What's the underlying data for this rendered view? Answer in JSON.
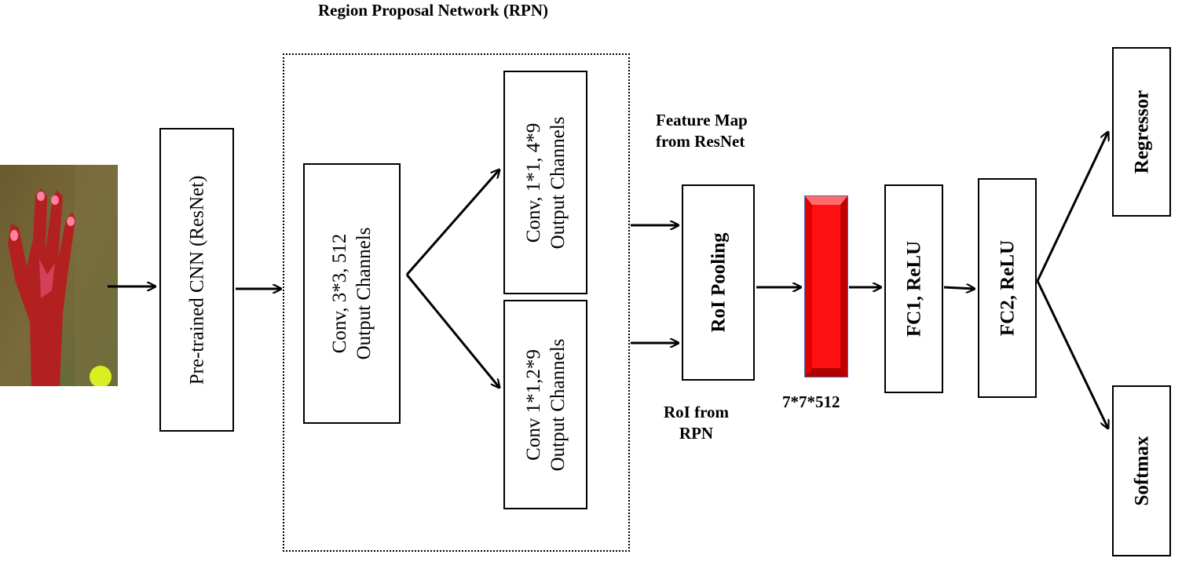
{
  "rpn": {
    "title": "Region Proposal Network (RPN)"
  },
  "input_image": {
    "subject": "hand-gesture-photo"
  },
  "boxes": {
    "cnn": {
      "line1": "Pre-trained CNN (ResNet)"
    },
    "conv3": {
      "line1": "Conv, 3*3, 512",
      "line2": "Output Channels"
    },
    "conv_reg": {
      "line1": "Conv, 1*1, 4*9",
      "line2": "Output Channels"
    },
    "conv_cls": {
      "line1": "Conv 1*1,2*9",
      "line2": "Output Channels"
    },
    "roi_pool": {
      "line1": "RoI Pooling"
    },
    "fc1": {
      "line1": "FC1, ReLU"
    },
    "fc2": {
      "line1": "FC2, ReLU"
    },
    "regressor": {
      "line1": "Regressor"
    },
    "softmax": {
      "line1": "Softmax"
    }
  },
  "labels": {
    "feature_map_1": "Feature Map",
    "feature_map_2": "from ResNet",
    "roi_rpn_1": "RoI from",
    "roi_rpn_2": "RPN",
    "tensor_size": "7*7*512"
  },
  "colors": {
    "tensor_fill": "#ff1a1a",
    "tensor_border": "#4a6fb5",
    "stroke": "#000000"
  }
}
